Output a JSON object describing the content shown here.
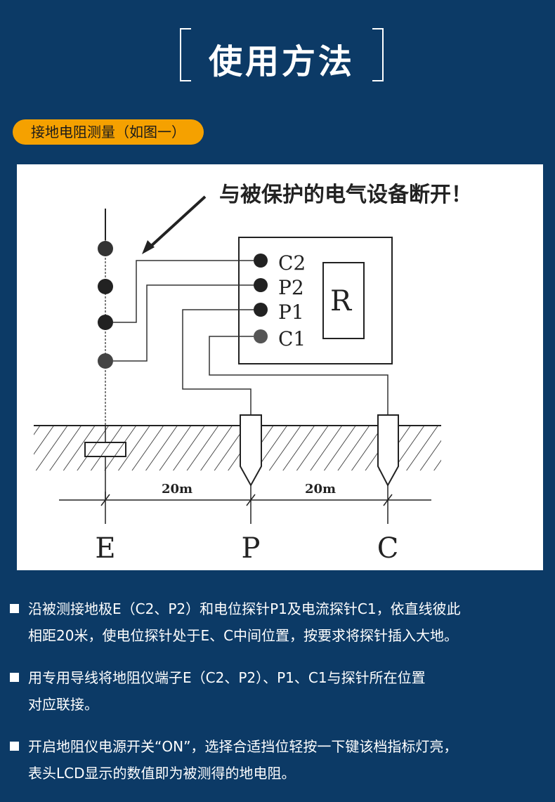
{
  "header": {
    "title": "使用方法"
  },
  "section": {
    "label": "接地电阻测量（如图一）"
  },
  "diagram": {
    "warning": "与被保护的电气设备断开！",
    "instrument_label": "R",
    "terminals": [
      "C2",
      "P2",
      "P1",
      "C1"
    ],
    "distance_1": "20m",
    "distance_2": "20m",
    "points": [
      "E",
      "P",
      "C"
    ]
  },
  "steps": [
    {
      "text": "沿被测接地极E（C2、P2）和电位探针P1及电流探针C1，依直线彼此\n相距20米，使电位探针处于E、C中间位置，按要求将探针插入大地。"
    },
    {
      "text": "用专用导线将地阻仪端子E（C2、P2）、P1、C1与探针所在位置\n对应联接。"
    },
    {
      "text": "开启地阻仪电源开关“ON”，选择合适挡位轻按一下键该档指标灯亮，\n表头LCD显示的数值即为被测得的地电阻。"
    }
  ],
  "colors": {
    "background": "#0c3a66",
    "accent": "#f5a100"
  }
}
